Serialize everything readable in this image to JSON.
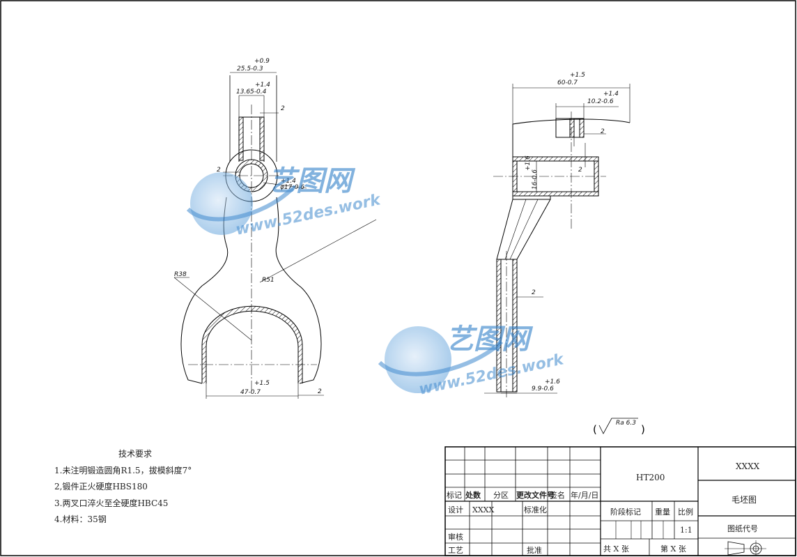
{
  "drawing": {
    "tech_requirements": {
      "title": "技术要求",
      "items": [
        "1.未注明锻造圆角R1.5，拔模斜度7°",
        "2,锻件正火硬度HBS180",
        "3.两叉口淬火至全硬度HBC45",
        "4.材料：35钢"
      ]
    },
    "roughness": {
      "label": "Ra 6.3"
    },
    "front_view_dims": {
      "d1_top": "+0.9",
      "d1_main": "25.5-0.3",
      "d2_top": "+1.4",
      "d2_main": "13.65-0.4",
      "d3": "2",
      "d4": "2",
      "d5_top": "+1.4",
      "d5_main": "φ17-0.6",
      "r38": "R38",
      "r51": "R51",
      "d6_top": "+1.5",
      "d6_main": "47-0.7",
      "d7": "2"
    },
    "side_view_dims": {
      "s1_top": "+1.5",
      "s1_main": "60-0.7",
      "s2_top": "+1.4",
      "s2_main": "10.2-0.6",
      "s3": "2",
      "s4": "2",
      "s5_a": "+1.6",
      "s5_b": "16-0.6",
      "s6": "2",
      "s7_top": "+1.6",
      "s7_main": "9.9-0.6"
    }
  },
  "watermark": {
    "brand": "艺图网",
    "url": "www.52des.work"
  },
  "title_block": {
    "material": "HT200",
    "company": "XXXX",
    "drawing_name": "毛坯图",
    "drawing_code_label": "图纸代号",
    "header": {
      "mark": "标记",
      "count": "处数",
      "zone": "分区",
      "doc": "更改文件号",
      "sign": "签名",
      "date": "年/月/日"
    },
    "design_label": "设计",
    "design_value": "XXXX",
    "standard_label": "标准化",
    "review_label": "审核",
    "process_label": "工艺",
    "approve_label": "批准",
    "stage_label": "阶段标记",
    "weight_label": "重量",
    "scale_label": "比例",
    "scale_value": "1:1",
    "total_sheets": "共 X 张",
    "sheet_no": "第 X 张"
  },
  "colors": {
    "line": "#000000",
    "watermark": "#2f7fc9",
    "watermark_light": "#9cc3e6"
  }
}
